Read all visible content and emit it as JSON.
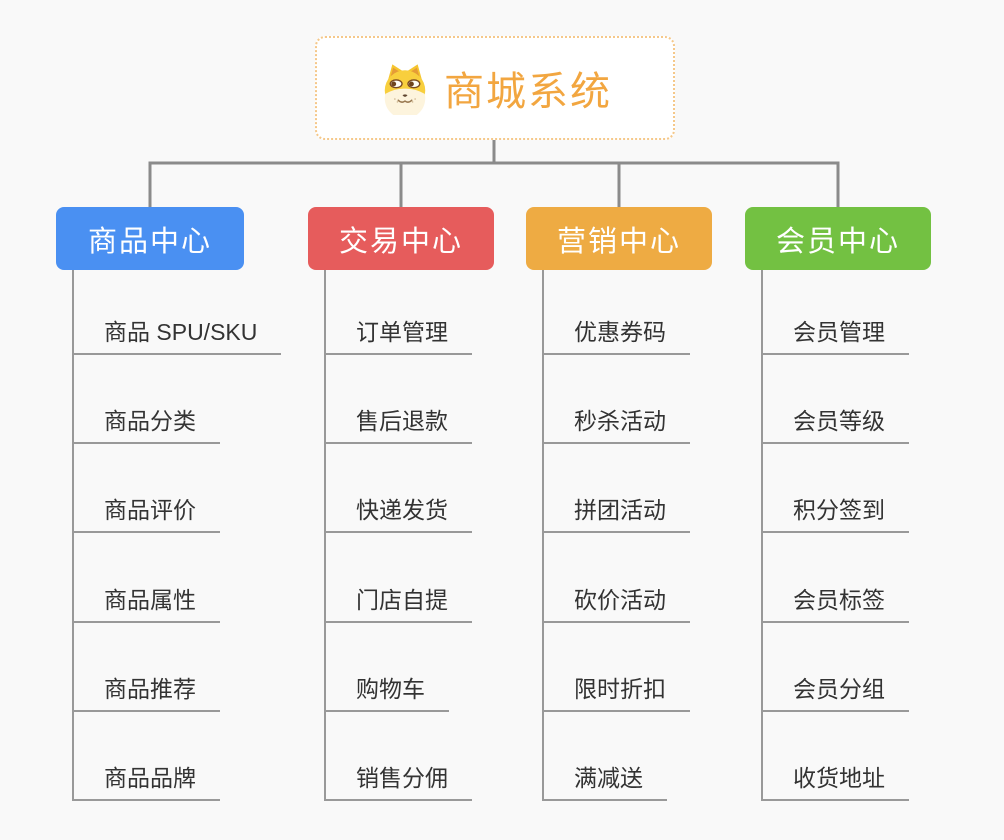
{
  "root": {
    "title": "商城系统",
    "icon": "doge-icon",
    "text_color": "#f2a640",
    "border_color": "#f5c88a"
  },
  "colors": {
    "background": "#f9f9f9",
    "connector": "#8b8b8b",
    "branch_line": "#999999",
    "leaf_text": "#333333"
  },
  "branches": [
    {
      "label": "商品中心",
      "color": "#4a90f2",
      "children": [
        "商品 SPU/SKU",
        "商品分类",
        "商品评价",
        "商品属性",
        "商品推荐",
        "商品品牌"
      ]
    },
    {
      "label": "交易中心",
      "color": "#e65c5c",
      "children": [
        "订单管理",
        "售后退款",
        "快递发货",
        "门店自提",
        "购物车",
        "销售分佣"
      ]
    },
    {
      "label": "营销中心",
      "color": "#eeab43",
      "children": [
        "优惠券码",
        "秒杀活动",
        "拼团活动",
        "砍价活动",
        "限时折扣",
        "满减送"
      ]
    },
    {
      "label": "会员中心",
      "color": "#73c142",
      "children": [
        "会员管理",
        "会员等级",
        "积分签到",
        "会员标签",
        "会员分组",
        "收货地址"
      ]
    }
  ]
}
